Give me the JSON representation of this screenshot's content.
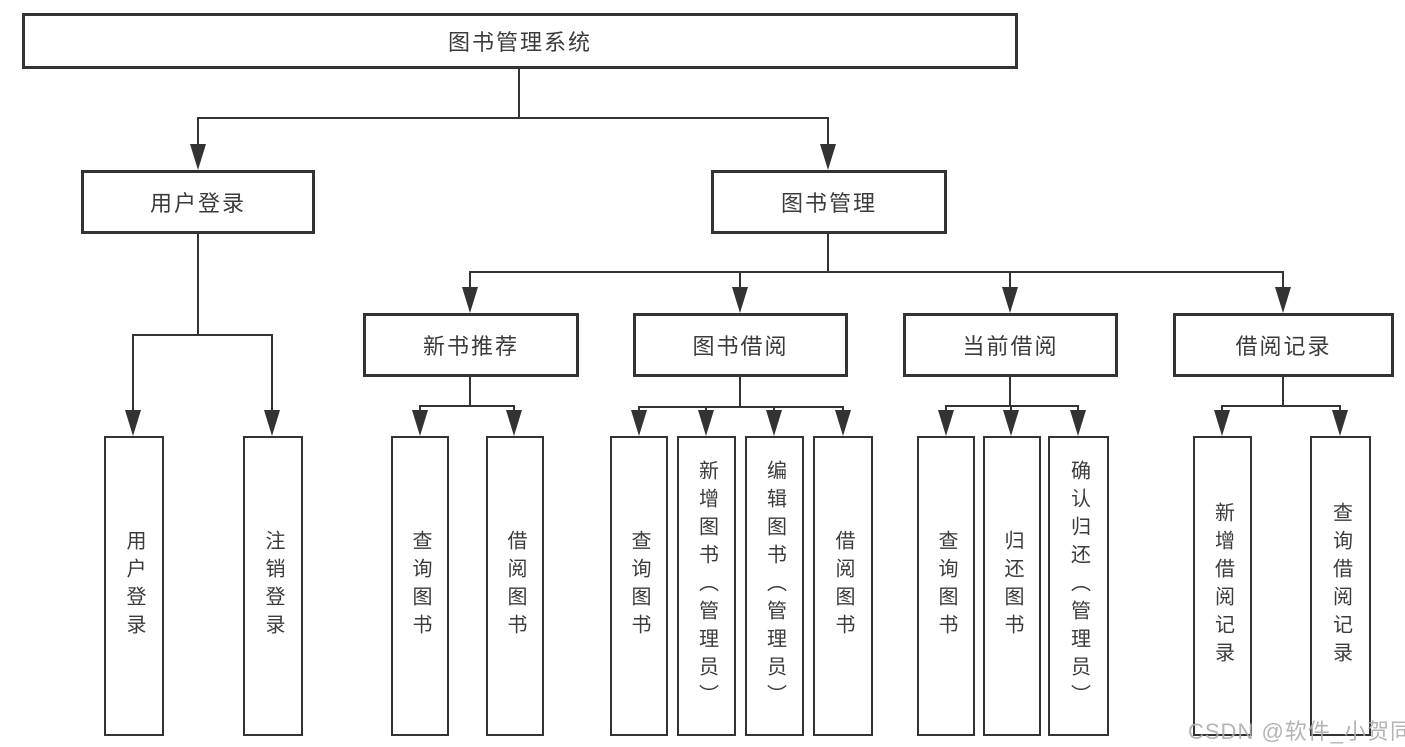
{
  "tree": {
    "root": {
      "label": "图书管理系统"
    },
    "user_login": {
      "label": "用户登录",
      "children": [
        "用户登录",
        "注销登录"
      ]
    },
    "book_management": {
      "label": "图书管理",
      "sections": {
        "new_book": {
          "label": "新书推荐",
          "children": [
            "查询图书",
            "借阅图书"
          ]
        },
        "borrow": {
          "label": "图书借阅",
          "children": [
            "查询图书",
            "新增图书（管理员）",
            "编辑图书（管理员）",
            "借阅图书"
          ]
        },
        "current": {
          "label": "当前借阅",
          "children": [
            "查询图书",
            "归还图书",
            "确认归还（管理员）"
          ]
        },
        "records": {
          "label": "借阅记录",
          "children": [
            "新增借阅记录",
            "查询借阅记录"
          ]
        }
      }
    }
  },
  "watermark": {
    "text": "CSDN @软件_小贺同学"
  },
  "colors": {
    "line": "#333333",
    "text": "#3b3b3b",
    "background": "#ffffff",
    "watermark": "#acacac"
  }
}
